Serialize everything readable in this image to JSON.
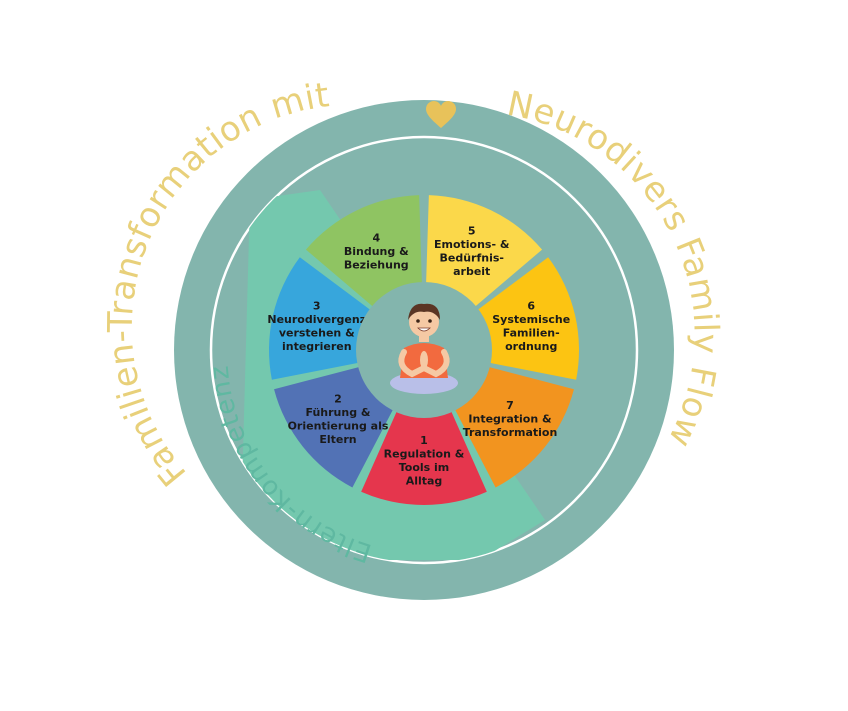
{
  "title": {
    "left_text": "Familien-Transformation mit",
    "right_text": "Neurodivers Family Flow",
    "heart_icon": "heart-icon"
  },
  "inner_ring_label": "Eltern-Kompetenz",
  "colors": {
    "outer_ring": "#83b5ad",
    "band": "#74c8ae",
    "title_text": "#e8d07a",
    "heart": "#e8c25a",
    "white_line": "#ffffff"
  },
  "segments": [
    {
      "number": "1",
      "lines": [
        "Regulation &",
        "Tools im",
        "Alltag"
      ],
      "color": "#e5364d"
    },
    {
      "number": "2",
      "lines": [
        "Führung &",
        "Orientierung als",
        "Eltern"
      ],
      "color": "#5272b5"
    },
    {
      "number": "3",
      "lines": [
        "Neurodivergenz",
        "verstehen &",
        "integrieren"
      ],
      "color": "#37a6dc"
    },
    {
      "number": "4",
      "lines": [
        "Bindung &",
        "Beziehung"
      ],
      "color": "#8fc462"
    },
    {
      "number": "5",
      "lines": [
        "Emotions- &",
        "Bedürfnis-",
        "arbeit"
      ],
      "color": "#fbd84a"
    },
    {
      "number": "6",
      "lines": [
        "Systemische",
        "Familien-",
        "ordnung"
      ],
      "color": "#fcc412"
    },
    {
      "number": "7",
      "lines": [
        "Integration &",
        "Transformation"
      ],
      "color": "#f2941f"
    }
  ],
  "center": {
    "icon": "meditating-child-icon"
  }
}
